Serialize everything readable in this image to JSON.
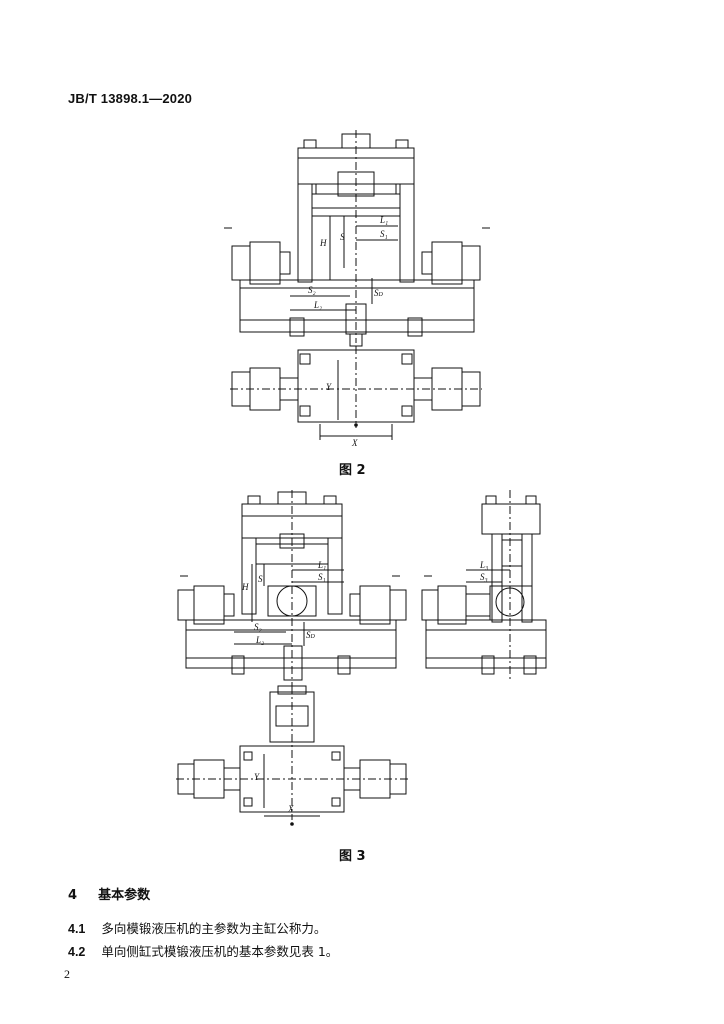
{
  "header": {
    "standard_code": "JB/T 13898.1—2020"
  },
  "figure2": {
    "caption": "图  2",
    "labels": {
      "H": "H",
      "S": "S",
      "L1": "L1",
      "S1": "S1",
      "S2": "S2",
      "L2": "L2",
      "SD": "SD",
      "X": "X",
      "Y": "Y"
    }
  },
  "figure3": {
    "caption": "图  3",
    "labels": {
      "H": "H",
      "S": "S",
      "L1": "L1",
      "S1": "S1",
      "S2": "S2",
      "L2": "L2",
      "SD": "SD",
      "L3": "L3",
      "S3": "S3",
      "X": "X",
      "Y": "Y"
    }
  },
  "section": {
    "number": "4",
    "title": "基本参数"
  },
  "clauses": [
    {
      "number": "4.1",
      "text": "多向模锻液压机的主参数为主缸公称力。"
    },
    {
      "number": "4.2",
      "text": "单向侧缸式模锻液压机的基本参数见表 1。"
    }
  ],
  "footer": {
    "page_number": "2"
  }
}
